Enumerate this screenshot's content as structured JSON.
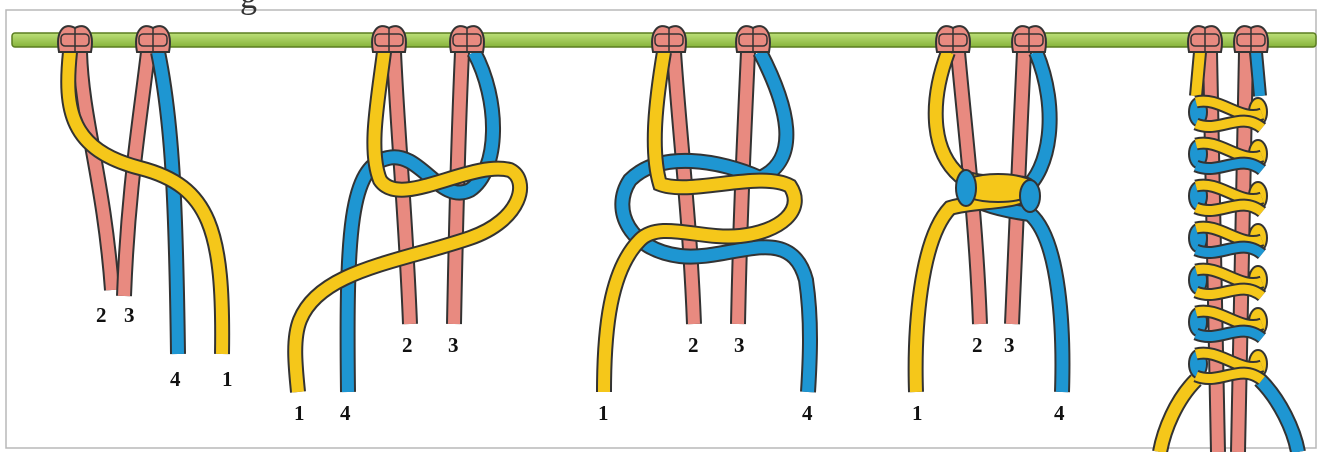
{
  "diagram": {
    "title_fragment": "g",
    "colors": {
      "rod": "#9ccc4a",
      "rod_outline": "#5b7d20",
      "cord_pink": "#e88a80",
      "cord_yellow": "#f5c71a",
      "cord_blue": "#1e96d2",
      "outline": "#333333"
    },
    "steps": [
      {
        "id": "step-1",
        "labels": [
          "2",
          "3",
          "4",
          "1"
        ]
      },
      {
        "id": "step-2",
        "labels": [
          "2",
          "3",
          "1",
          "4"
        ]
      },
      {
        "id": "step-3",
        "labels": [
          "2",
          "3",
          "1",
          "4"
        ]
      },
      {
        "id": "step-4",
        "labels": [
          "2",
          "3",
          "1",
          "4"
        ]
      },
      {
        "id": "step-5",
        "labels": []
      }
    ]
  }
}
